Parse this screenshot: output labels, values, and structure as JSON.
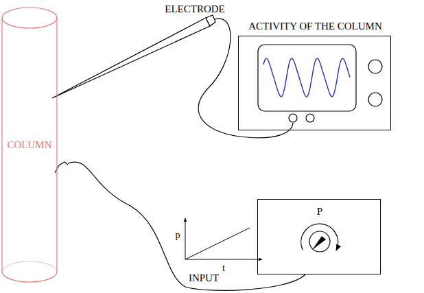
{
  "diagram": {
    "nodes": [
      {
        "text": [
          "COLUMN"
        ]
      },
      {
        "text": [
          "ACTIVITY OF THE COLUMN"
        ]
      },
      {
        "text": [
          "P"
        ]
      }
    ],
    "labels": [
      "ELECTRODE",
      "p",
      "t",
      "INPUT"
    ]
  }
}
